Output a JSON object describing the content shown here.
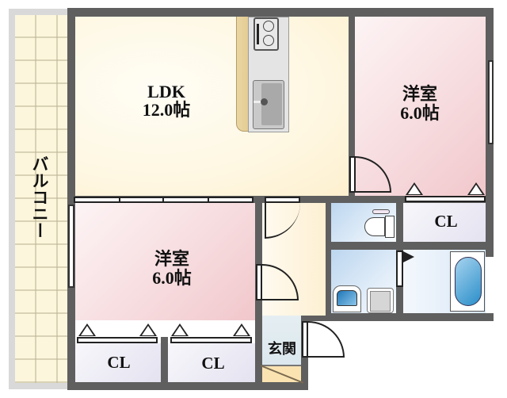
{
  "floorplan": {
    "balcony": {
      "label": "バルコニー"
    },
    "rooms": {
      "ldk": {
        "name": "LDK",
        "size": "12.0帖"
      },
      "bedroom_top_right": {
        "name": "洋室",
        "size": "6.0帖"
      },
      "bedroom_bottom_left": {
        "name": "洋室",
        "size": "6.0帖"
      },
      "closet_right": {
        "name": "CL"
      },
      "closet_bottom_1": {
        "name": "CL"
      },
      "closet_bottom_2": {
        "name": "CL"
      },
      "entrance": {
        "name": "玄関"
      }
    },
    "fixtures": [
      "stove-icon",
      "kitchen-sink-icon",
      "toilet-icon",
      "washbasin-icon",
      "washing-machine-icon",
      "bathtub-icon"
    ],
    "colors": {
      "wall": "#5f5f5f",
      "ldk_floor": "#fef7e2",
      "bedroom_floor": "#f6dadd",
      "wet_area": "#cfe2f4",
      "closet": "#e9e7f2",
      "balcony": "#fbf6dc"
    }
  }
}
